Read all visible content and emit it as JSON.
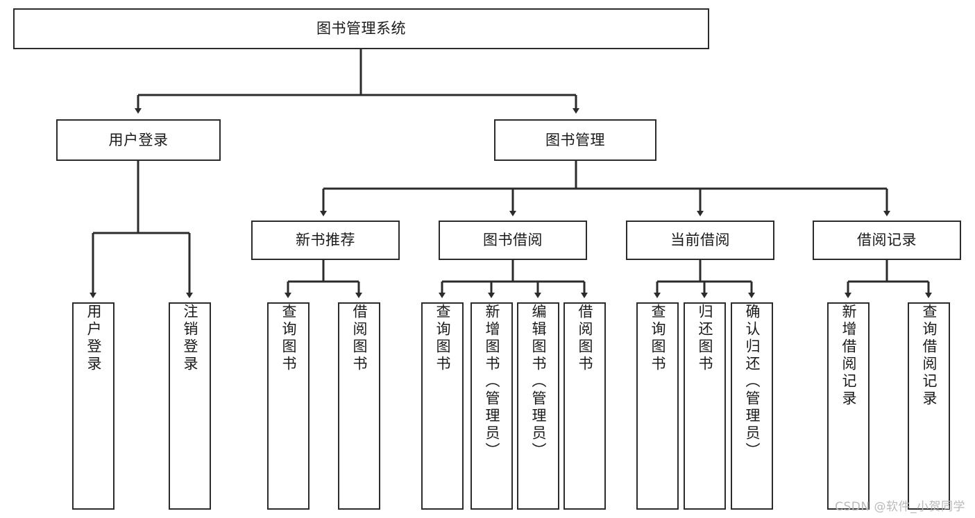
{
  "diagram": {
    "type": "tree-hierarchy",
    "title": "图书管理系统",
    "watermark": "CSDN @软件_小贺同学",
    "colors": {
      "stroke": "#2b2b2b",
      "fill": "#ffffff",
      "text": "#1a1a1a",
      "watermark": "#b9b9b9"
    },
    "nodes": {
      "root": {
        "label": "图书管理系统",
        "orientation": "horizontal"
      },
      "l1": [
        {
          "label": "用户登录",
          "orientation": "horizontal"
        },
        {
          "label": "图书管理",
          "orientation": "horizontal"
        }
      ],
      "l2": [
        {
          "label": "新书推荐",
          "orientation": "horizontal"
        },
        {
          "label": "图书借阅",
          "orientation": "horizontal"
        },
        {
          "label": "当前借阅",
          "orientation": "horizontal"
        },
        {
          "label": "借阅记录",
          "orientation": "horizontal"
        }
      ],
      "leaves_user_login": [
        {
          "label": "用户登录",
          "orientation": "vertical"
        },
        {
          "label": "注销登录",
          "orientation": "vertical"
        }
      ],
      "leaves_new_book": [
        {
          "label": "查询图书",
          "orientation": "vertical"
        },
        {
          "label": "借阅图书",
          "orientation": "vertical"
        }
      ],
      "leaves_borrow": [
        {
          "label": "查询图书",
          "orientation": "vertical"
        },
        {
          "label": "新增图书（管理员）",
          "orientation": "vertical"
        },
        {
          "label": "编辑图书（管理员）",
          "orientation": "vertical"
        },
        {
          "label": "借阅图书",
          "orientation": "vertical"
        }
      ],
      "leaves_current": [
        {
          "label": "查询图书",
          "orientation": "vertical"
        },
        {
          "label": "归还图书",
          "orientation": "vertical"
        },
        {
          "label": "确认归还（管理员）",
          "orientation": "vertical"
        }
      ],
      "leaves_records": [
        {
          "label": "新增借阅记录",
          "orientation": "vertical"
        },
        {
          "label": "查询借阅记录",
          "orientation": "vertical"
        }
      ]
    }
  }
}
